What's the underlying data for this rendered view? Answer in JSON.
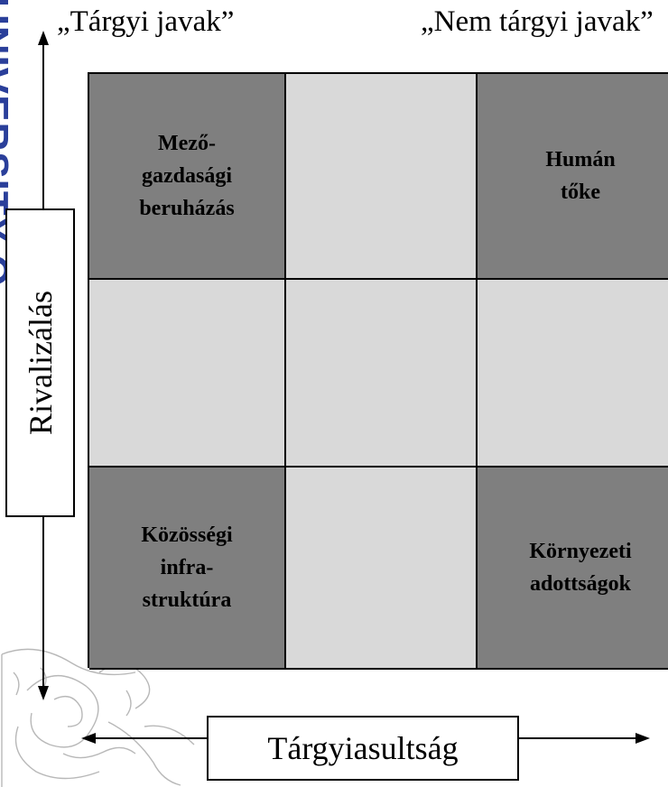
{
  "watermark": {
    "text": "UNIVERSITY O",
    "color": "#2a3f9a"
  },
  "top_labels": {
    "left": "„Tárgyi javak”",
    "right": "„Nem tárgyi javak”"
  },
  "axes": {
    "y_label": "Rivalizálás",
    "x_label": "Tárgyiasultság"
  },
  "colors": {
    "dark_cell": "#7f7f7f",
    "light_cell": "#d9d9d9"
  },
  "grid": {
    "cells": [
      {
        "text": "Mező-\ngazdasági\nberuházás",
        "shade": "dark"
      },
      {
        "text": "",
        "shade": "light"
      },
      {
        "text": "Humán\ntőke",
        "shade": "dark"
      },
      {
        "text": "",
        "shade": "light"
      },
      {
        "text": "",
        "shade": "light"
      },
      {
        "text": "",
        "shade": "light"
      },
      {
        "text": "Közösségi\ninfra-\nstruktúra",
        "shade": "dark"
      },
      {
        "text": "",
        "shade": "light"
      },
      {
        "text": "Környezeti\nadottságok",
        "shade": "dark"
      }
    ]
  }
}
